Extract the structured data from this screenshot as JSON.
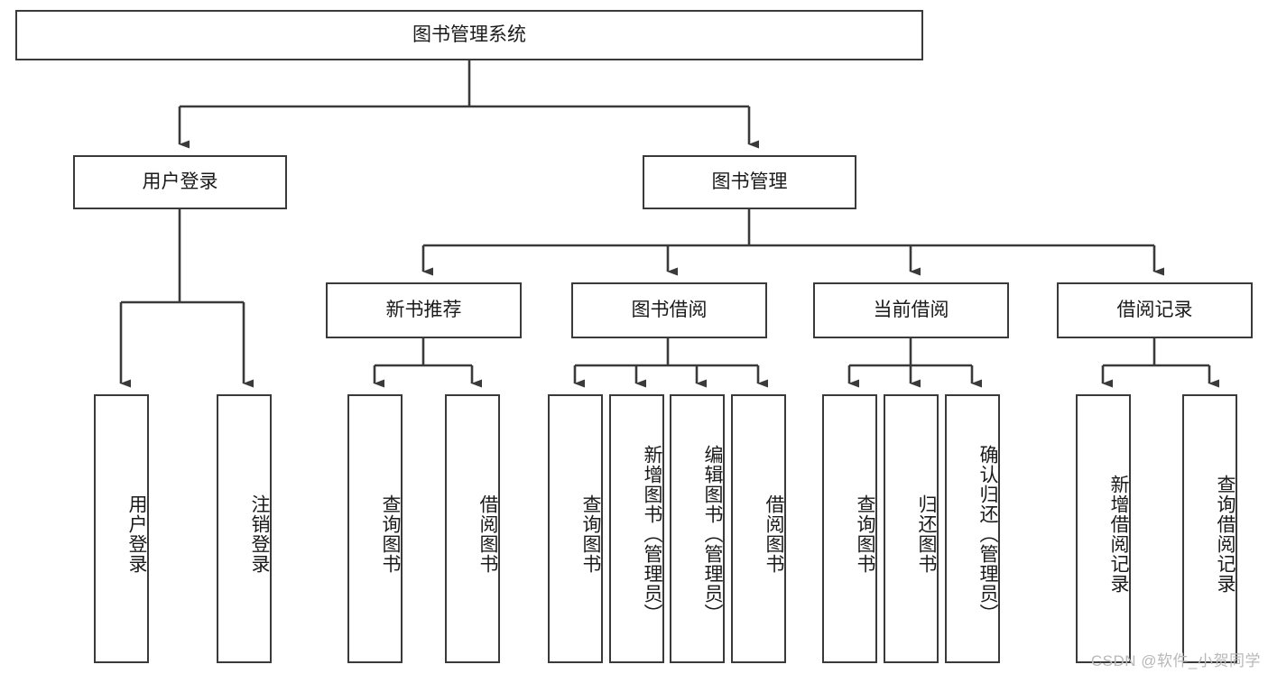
{
  "diagram": {
    "title_node": {
      "label": "图书管理系统"
    },
    "level2": [
      {
        "id": "user-login",
        "label": "用户登录"
      },
      {
        "id": "book-manage",
        "label": "图书管理"
      }
    ],
    "level3": [
      {
        "id": "new-book-recommend",
        "label": "新书推荐"
      },
      {
        "id": "book-borrow",
        "label": "图书借阅"
      },
      {
        "id": "current-borrow",
        "label": "当前借阅"
      },
      {
        "id": "borrow-record",
        "label": "借阅记录"
      }
    ],
    "leaves": [
      {
        "id": "leaf-user-login",
        "label": "用户登录"
      },
      {
        "id": "leaf-logout-login",
        "label": "注销登录"
      },
      {
        "id": "leaf-query-book-1",
        "label": "查询图书"
      },
      {
        "id": "leaf-borrow-book-1",
        "label": "借阅图书"
      },
      {
        "id": "leaf-query-book-2",
        "label": "查询图书"
      },
      {
        "id": "leaf-add-book-admin",
        "label": "新增图书（管理员）"
      },
      {
        "id": "leaf-edit-book-admin",
        "label": "编辑图书（管理员）"
      },
      {
        "id": "leaf-borrow-book-2",
        "label": "借阅图书"
      },
      {
        "id": "leaf-query-book-3",
        "label": "查询图书"
      },
      {
        "id": "leaf-return-book",
        "label": "归还图书"
      },
      {
        "id": "leaf-confirm-return-admin",
        "label": "确认归还（管理员）"
      },
      {
        "id": "leaf-add-borrow-record",
        "label": "新增借阅记录"
      },
      {
        "id": "leaf-query-borrow-record",
        "label": "查询借阅记录"
      }
    ],
    "watermark": "CSDN @软件_小贺同学",
    "colors": {
      "stroke": "#3a3a3a",
      "fill": "#ffffff",
      "text": "#1a1a1a",
      "watermark": "#b8b8b8"
    }
  }
}
